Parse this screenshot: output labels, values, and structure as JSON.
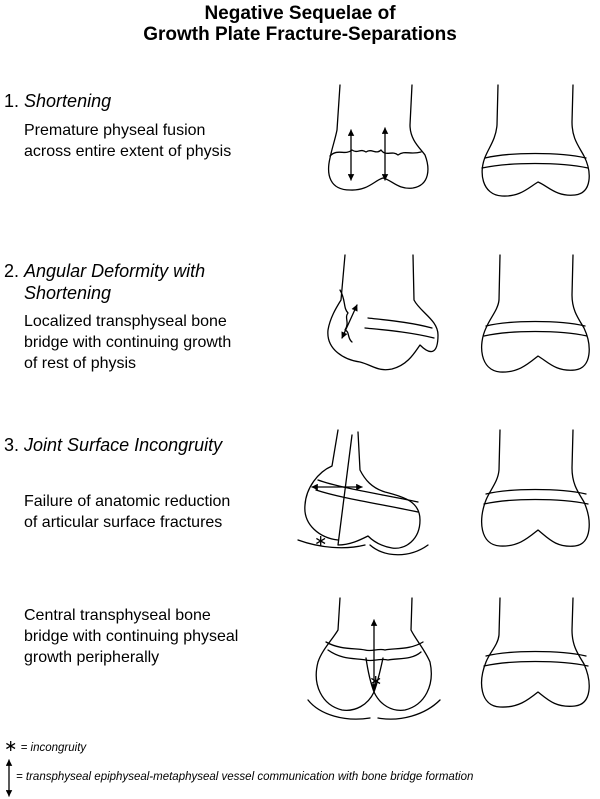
{
  "title": [
    "Negative Sequelae of",
    "Growth Plate Fracture-Separations"
  ],
  "sections": [
    {
      "number": "1.",
      "heading": [
        "Shortening"
      ],
      "description": [
        "Premature physeal fusion",
        "across entire extent of physis"
      ]
    },
    {
      "number": "2.",
      "heading": [
        "Angular Deformity with",
        "Shortening"
      ],
      "description": [
        "Localized transphyseal bone",
        "bridge with continuing growth",
        "of rest of physis"
      ]
    },
    {
      "number": "3.",
      "heading": [
        "Joint Surface Incongruity"
      ],
      "description": [
        "Failure of anatomic reduction",
        "of articular surface fractures"
      ]
    },
    {
      "number": "",
      "heading": [],
      "description": [
        "Central transphyseal bone",
        "bridge with continuing physeal",
        "growth peripherally"
      ]
    }
  ],
  "legend": {
    "incongruity_symbol": "∗",
    "incongruity_text": "= incongruity",
    "vessel_text": "= transphyseal epiphyseal-metaphyseal vessel communication with bone bridge formation"
  }
}
